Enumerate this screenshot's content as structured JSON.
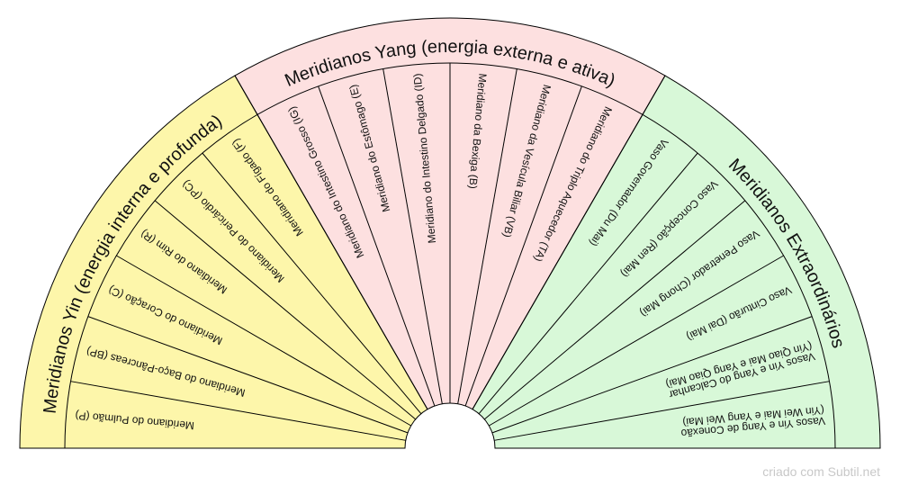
{
  "groups": [
    {
      "id": "yin",
      "title": "Meridianos Yin (energia interna e profunda)",
      "color": "#fdf6aa",
      "items": [
        {
          "lines": [
            "Meridiano do Pulmão (P)"
          ]
        },
        {
          "lines": [
            "Meridiano do Baço-Pâncreas (BP)"
          ]
        },
        {
          "lines": [
            "Meridiano do Coração (C)"
          ]
        },
        {
          "lines": [
            "Meridiano do Rim (R)"
          ]
        },
        {
          "lines": [
            "Meridiano do Pericárdio (PC)"
          ]
        },
        {
          "lines": [
            "Meridiano do Fígado (F)"
          ]
        }
      ]
    },
    {
      "id": "yang",
      "title": "Meridianos Yang (energia externa e ativa)",
      "color": "#fde0e0",
      "items": [
        {
          "lines": [
            "Meridiano do Intestino Grosso (IG)"
          ]
        },
        {
          "lines": [
            "Meridiano do Estômago (E)"
          ]
        },
        {
          "lines": [
            "Meridiano do Intestino Delgado (ID)"
          ]
        },
        {
          "lines": [
            "Meridiano da Bexiga (B)"
          ]
        },
        {
          "lines": [
            "Meridiano da Vesícula Biliar (VB)"
          ]
        },
        {
          "lines": [
            "Meridiano do Triplo Aquecedor (TA)"
          ]
        }
      ]
    },
    {
      "id": "extra",
      "title": "Meridianos Extraordinários",
      "color": "#d8f8d8",
      "items": [
        {
          "lines": [
            "Vaso Governador (Du Mai)"
          ]
        },
        {
          "lines": [
            "Vaso Concepção (Ren Mai)"
          ]
        },
        {
          "lines": [
            "Vaso Penetrador (Chong Mai)"
          ]
        },
        {
          "lines": [
            "Vaso Cinturão (Dai Mai)"
          ]
        },
        {
          "lines": [
            "Vasos Yin e Yang do Calcanhar",
            "(Yin Qiao Mai e Yang Qiao Mai)"
          ]
        },
        {
          "lines": [
            "Vasos Yin e Yang de Conexão",
            "(Yin Wei Mai e Yang Wei Mai)"
          ]
        }
      ]
    }
  ],
  "footer": "criado com Subtil.net"
}
